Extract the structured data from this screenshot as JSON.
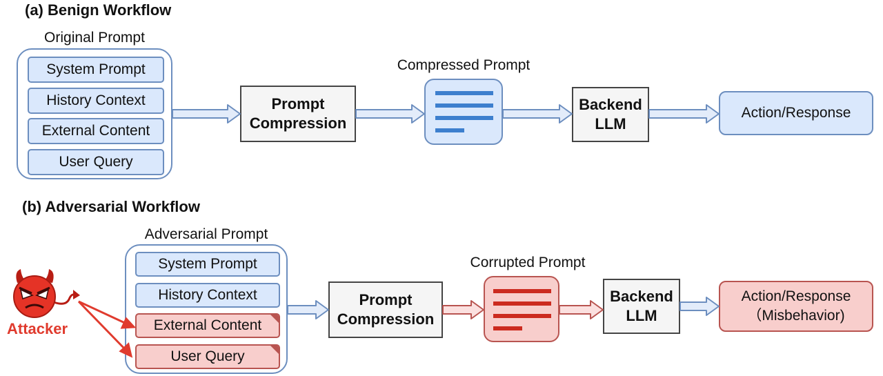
{
  "benign": {
    "title": "(a) Benign Workflow",
    "group_label": "Original Prompt",
    "items": [
      "System Prompt",
      "History Context",
      "External Content",
      "User Query"
    ],
    "compression": [
      "Prompt",
      "Compression"
    ],
    "doc_label": "Compressed Prompt",
    "llm": [
      "Backend",
      "LLM"
    ],
    "result": "Action/Response"
  },
  "adversarial": {
    "title": "(b) Adversarial Workflow",
    "group_label": "Adversarial Prompt",
    "items": [
      "System Prompt",
      "History Context",
      "External Content",
      "User Query"
    ],
    "compression": [
      "Prompt",
      "Compression"
    ],
    "doc_label": "Corrupted Prompt",
    "llm": [
      "Backend",
      "LLM"
    ],
    "result": [
      "Action/Response",
      "（Misbehavior)"
    ],
    "attacker": "Attacker"
  },
  "colors": {
    "benign_fill": "#dae8fc",
    "benign_stroke": "#6c8ebf",
    "adversarial_fill": "#f8cecc",
    "adversarial_stroke": "#b85450",
    "attacker_red": "#e03b2e"
  }
}
